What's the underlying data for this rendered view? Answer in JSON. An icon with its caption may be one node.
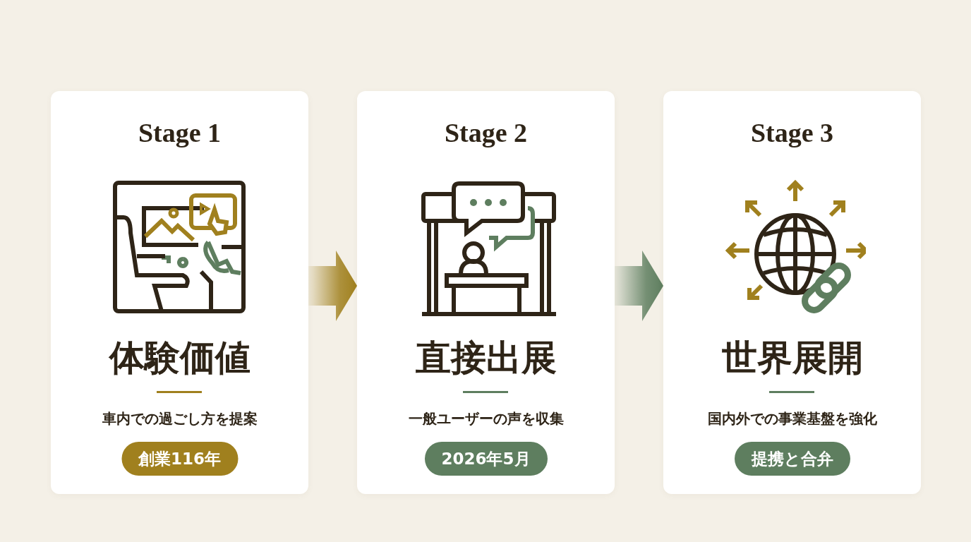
{
  "diagram": {
    "nodes": [
      {
        "text": [
          "Stage 1",
          "体験価値",
          "車内での過ごし方を提案"
        ]
      },
      {
        "text": [
          "創業116年"
        ],
        "in": 0
      },
      {
        "text": [
          "Stage 2",
          "直接出展",
          "一般ユーザーの声を収集"
        ]
      },
      {
        "text": [
          "2026年5月"
        ],
        "in": 2
      },
      {
        "text": [
          "Stage 3",
          "世界展開",
          "国内外での事業基盤を強化"
        ]
      },
      {
        "text": [
          "提携と合弁"
        ],
        "in": 4
      }
    ],
    "edges": [
      {
        "from": 0,
        "to": 2,
        "arrow": "to",
        "style": "thick",
        "color": "#a0801e"
      },
      {
        "from": 2,
        "to": 4,
        "arrow": "to",
        "style": "thick",
        "color": "#5e7e5f"
      }
    ]
  }
}
